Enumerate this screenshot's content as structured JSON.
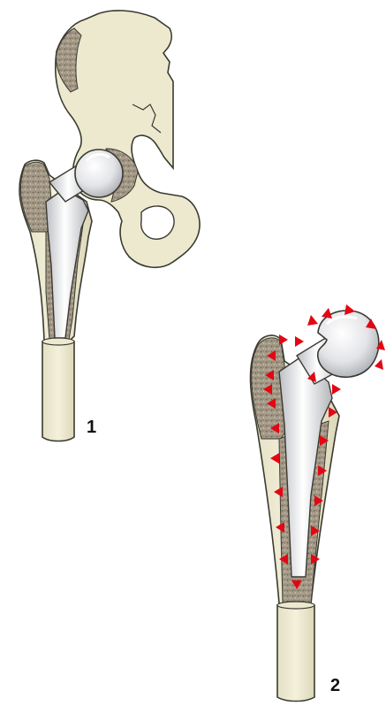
{
  "figure_1": {
    "label": "1"
  },
  "figure_2": {
    "label": "2"
  },
  "colors": {
    "bone": "#ece9cf",
    "bone_outline": "#3a3a32",
    "cancellous": "#a39886",
    "implant": "#d9dadd",
    "implant_highlight": "#ffffff",
    "pressure_arrow": "#e30613"
  },
  "pressure_arrow_count": 26
}
